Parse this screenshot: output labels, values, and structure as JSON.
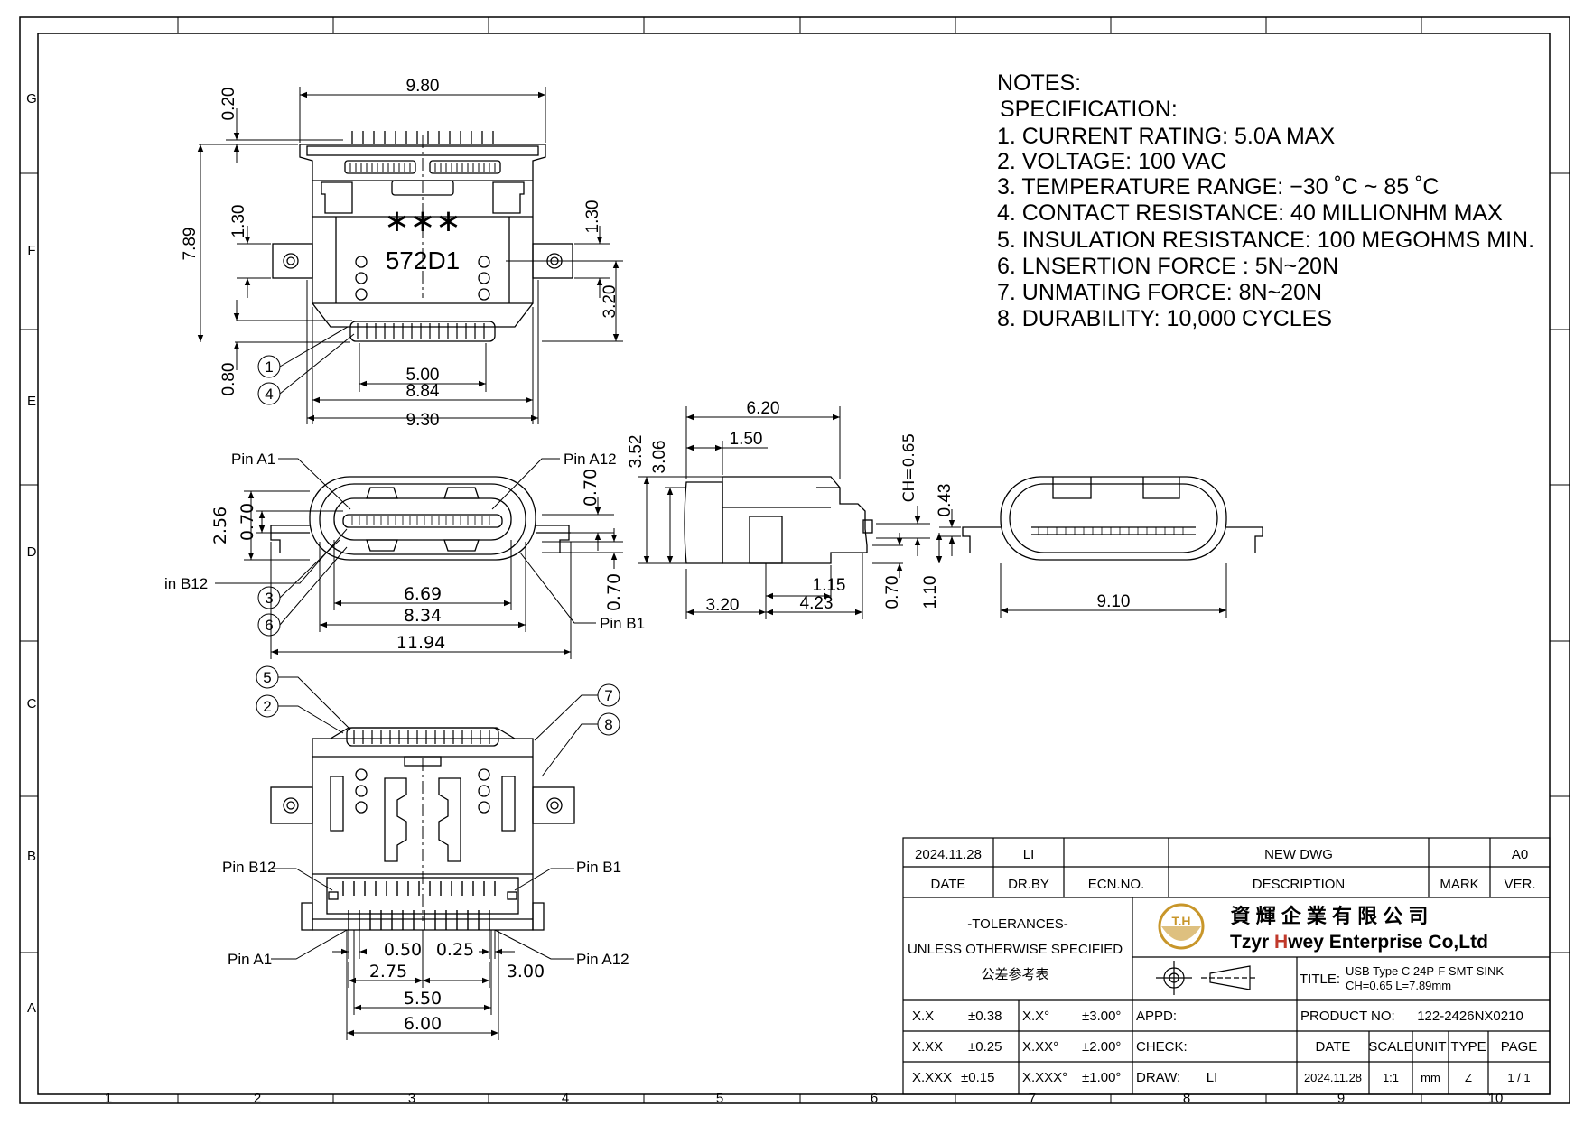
{
  "frame": {
    "cols": [
      "1",
      "2",
      "3",
      "4",
      "5",
      "6",
      "7",
      "8",
      "9",
      "10"
    ],
    "rows": [
      "G",
      "F",
      "E",
      "D",
      "C",
      "B",
      "A"
    ]
  },
  "notes": {
    "heading": "NOTES:",
    "spec": "SPECIFICATION:",
    "items": [
      "1. CURRENT RATING: 5.0A MAX",
      "2. VOLTAGE: 100 VAC",
      "3. TEMPERATURE RANGE: −30 ˚C ~ 85 ˚C",
      "4. CONTACT RESISTANCE: 40 MILLIONHM MAX",
      "5. INSULATION RESISTANCE: 100 MEGOHMS MIN.",
      "6. LNSERTION FORCE : 5N~20N",
      "7. UNMATING FORCE: 8N~20N",
      "8. DURABILITY:  10,000 CYCLES"
    ]
  },
  "top_view": {
    "marking": "572D1",
    "stars": "∗∗∗",
    "dims": {
      "w980": "9.80",
      "h020": "0.20",
      "h789": "7.89",
      "h130a": "1.30",
      "h130b": "1.30",
      "h320": "3.20",
      "h080": "0.80",
      "w500": "5.00",
      "w884": "8.84",
      "w930": "9.30"
    },
    "callouts": [
      "1",
      "4"
    ]
  },
  "front_view": {
    "labels": {
      "a1": "Pin A1",
      "a12": "Pin A12",
      "b12": "in B12",
      "b1": "Pin B1"
    },
    "dims": {
      "h256": "2.56",
      "h070a": "0.70",
      "h070b": "0.70",
      "h070c": "0.70",
      "w669": "6.69",
      "w834": "8.34",
      "w1194": "11.94"
    },
    "callouts": [
      "3",
      "6"
    ]
  },
  "side_view": {
    "dims": {
      "w620": "6.20",
      "w150": "1.50",
      "h352": "3.52",
      "h306": "3.06",
      "ch": "CH=0.65",
      "w115": "1.15",
      "w320": "3.20",
      "w423": "4.23",
      "h070": "0.70",
      "h110": "1.10"
    }
  },
  "rear_view": {
    "dims": {
      "h043": "0.43",
      "w910": "9.10"
    }
  },
  "bottom_view": {
    "labels": {
      "b12": "Pin B12",
      "b1": "Pin B1",
      "a1": "Pin A1",
      "a12": "Pin A12"
    },
    "dims": {
      "p050": "0.50",
      "p025": "0.25",
      "w275": "2.75",
      "w300": "3.00",
      "w550": "5.50",
      "w600": "6.00"
    },
    "callouts": [
      "5",
      "2",
      "7",
      "8"
    ]
  },
  "title_block": {
    "rev_date": "2024.11.28",
    "rev_drby": "LI",
    "rev_ecn": "",
    "rev_desc": "NEW DWG",
    "rev_mark": "",
    "rev_ver": "A0",
    "h_date": "DATE",
    "h_drby": "DR.BY",
    "h_ecn": "ECN.NO.",
    "h_desc": "DESCRIPTION",
    "h_mark": "MARK",
    "h_ver": "VER.",
    "tol_title": "-TOLERANCES-",
    "tol_sub": "UNLESS OTHERWISE SPECIFIED",
    "tol_cn": "公差参考表",
    "logo_mark": "T.H",
    "company_cn": "資 輝 企 業 有 限 公 司",
    "company_en_1": "Tzyr ",
    "company_en_2": "H",
    "company_en_3": "wey Enterprise Co,Ltd",
    "title_label": "TITLE:",
    "title_1": "USB Type C 24P-F  SMT SINK",
    "title_2": "CH=0.65 L=7.89mm",
    "product_label": "PRODUCT NO:",
    "product_no": "122-2426NX0210",
    "tol": [
      {
        "a": "X.X",
        "b": "±0.38",
        "c": "X.X°",
        "d": "±3.00°"
      },
      {
        "a": "X.XX",
        "b": "±0.25",
        "c": "X.XX°",
        "d": "±2.00°"
      },
      {
        "a": "X.XXX",
        "b": "±0.15",
        "c": "X.XXX°",
        "d": "±1.00°"
      }
    ],
    "appd": "APPD:",
    "check": "CHECK:",
    "draw": "DRAW:",
    "drawer": "LI",
    "h2_date": "DATE",
    "h2_scale": "SCALE",
    "h2_unit": "UNIT",
    "h2_type": "TYPE",
    "h2_page": "PAGE",
    "v_date": "2024.11.28",
    "v_scale": "1:1",
    "v_unit": "mm",
    "v_type": "Z",
    "v_page": "1 / 1"
  },
  "colors": {
    "ink": "#000000",
    "logo_gold": "#c8962a",
    "logo_red": "#c0392b"
  }
}
